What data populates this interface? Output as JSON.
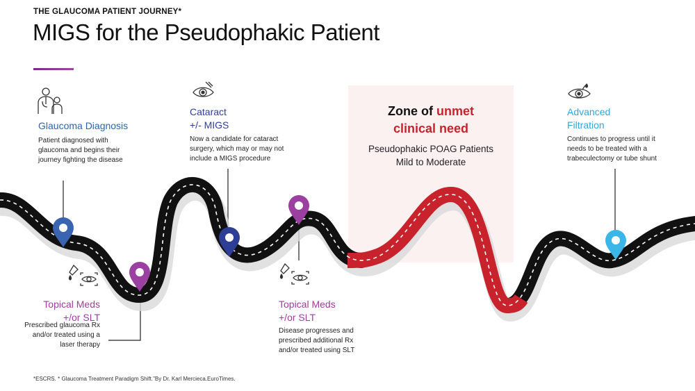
{
  "header": {
    "eyebrow": "THE GLAUCOMA PATIENT JOURNEY*",
    "title": "MIGS for the Pseudophakic Patient"
  },
  "colors": {
    "road": "#111111",
    "road_dash": "#ffffff",
    "road_highlight": "#c8232c",
    "zone_bg": "#fbf1f1",
    "pin_blue": "#3a64b0",
    "pin_navy": "#2e3e96",
    "pin_purple": "#9b3fa0",
    "pin_cyan": "#3ab6e8"
  },
  "zone": {
    "prefix": "Zone of ",
    "highlight": "unmet",
    "line2": "clinical need",
    "sub1": "Pseudophakic POAG Patients",
    "sub2": "Mild to Moderate"
  },
  "milestones": {
    "diagnosis": {
      "icon": "doctor-patient-icon",
      "title": "Glaucoma  Diagnosis",
      "desc": [
        "Patient diagnosed with",
        "glaucoma and begins their",
        "journey fighting the disease"
      ]
    },
    "cataract": {
      "icon": "eye-surgery-icon",
      "title1": "Cataract",
      "title2": "+/- MIGS",
      "desc": [
        "Now a candidate for cataract",
        "surgery, which may or may not",
        "include a MIGS procedure"
      ]
    },
    "filtration": {
      "icon": "eye-drop-target-icon",
      "title1": "Advanced",
      "title2": "Filtration",
      "desc": [
        "Continues to progress until it",
        "needs to be treated with a",
        "trabeculectomy or tube shunt"
      ]
    },
    "meds1": {
      "icon": "eye-dropper-scan-icon",
      "title1": "Topical Meds",
      "title2": "+/or SLT",
      "desc": [
        "Prescribed glaucoma Rx",
        "and/or treated using a",
        "laser therapy"
      ]
    },
    "meds2": {
      "icon": "eye-dropper-scan-icon",
      "title1": "Topical Meds",
      "title2": "+/or SLT",
      "desc": [
        "Disease progresses and",
        "prescribed additional Rx",
        "and/or treated using SLT"
      ]
    }
  },
  "footnote": "*ESCRS. * Glaucoma Treatment Paradigm Shift.\"By Dr. Karl Mercieca.EuroTimes."
}
